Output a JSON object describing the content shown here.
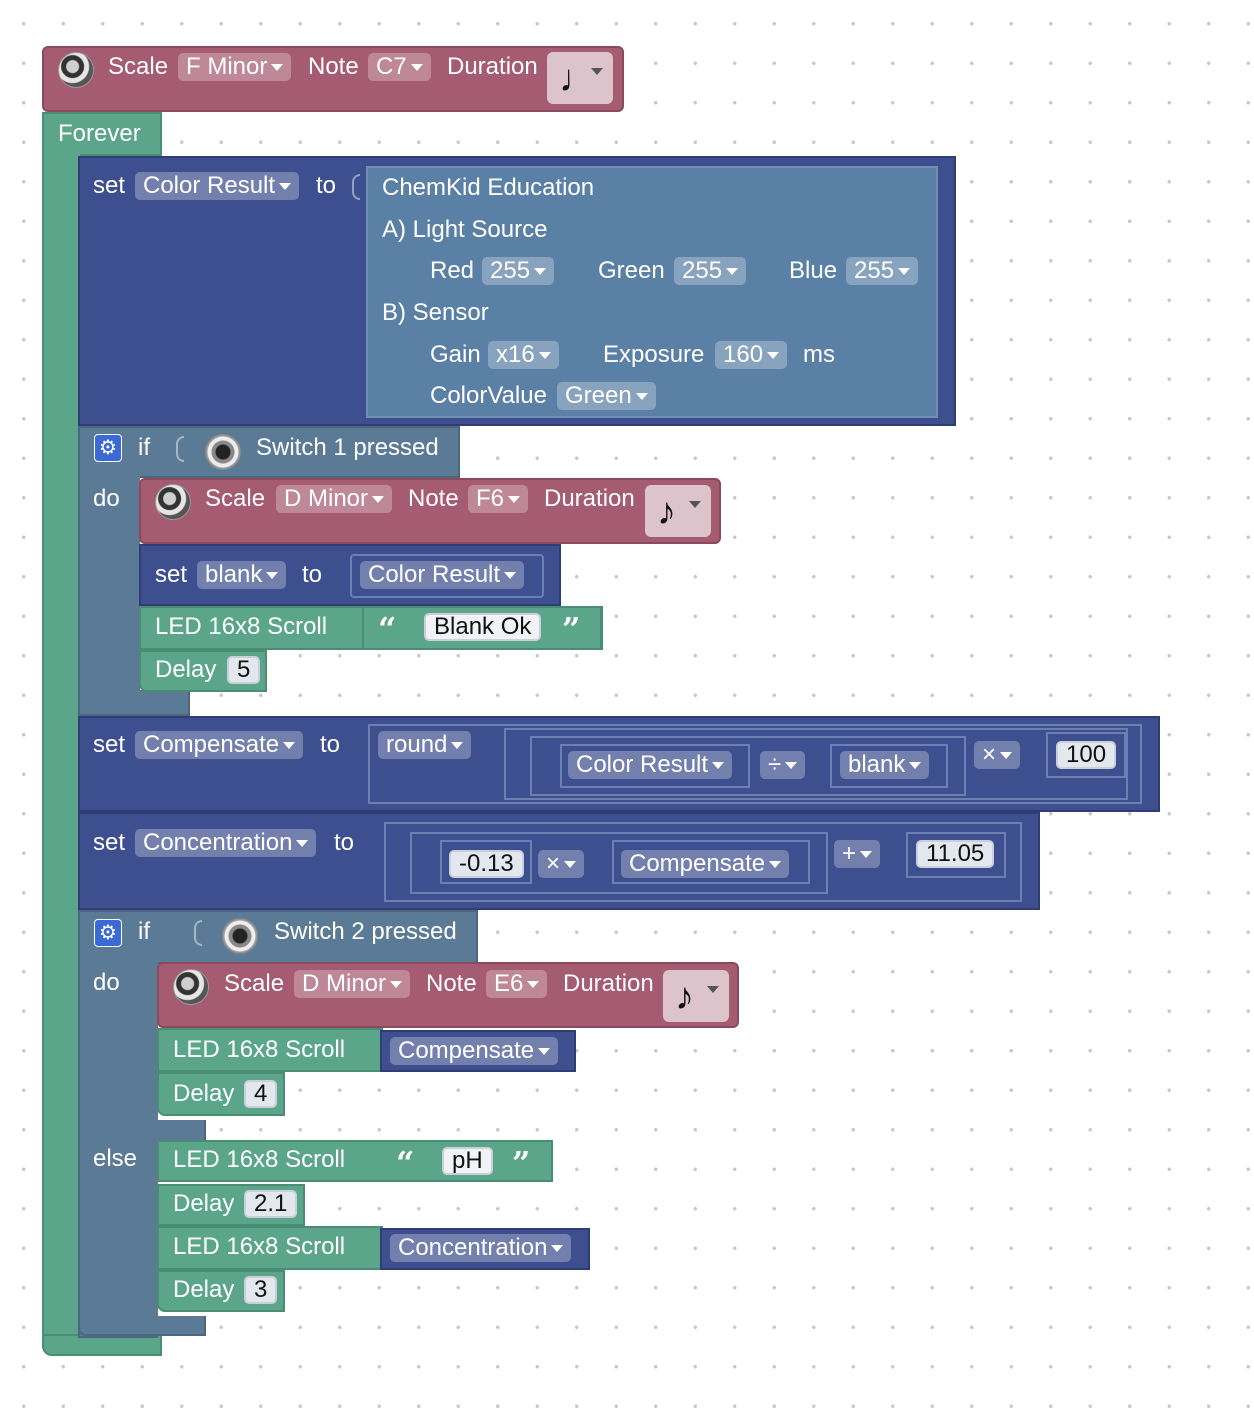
{
  "top_note": {
    "scale_label": "Scale",
    "scale": "F Minor",
    "note_label": "Note",
    "note": "C7",
    "duration_label": "Duration",
    "duration": "♩"
  },
  "forever_label": "Forever",
  "set_color": {
    "set": "set",
    "var": "Color Result",
    "to": "to"
  },
  "chem": {
    "title": "ChemKid Education",
    "light_source": "A) Light Source",
    "red_label": "Red",
    "red": "255",
    "green_label": "Green",
    "green": "255",
    "blue_label": "Blue",
    "blue": "255",
    "sensor": "B) Sensor",
    "gain_label": "Gain",
    "gain": "x16",
    "exposure_label": "Exposure",
    "exposure": "160",
    "ms": "ms",
    "colorvalue_label": "ColorValue",
    "colorvalue": "Green"
  },
  "if1": {
    "if": "if",
    "do": "do",
    "cond": "Switch 1 pressed",
    "note": {
      "scale_label": "Scale",
      "scale": "D Minor",
      "note_label": "Note",
      "note": "F6",
      "duration_label": "Duration",
      "duration": "♪"
    },
    "set": {
      "set": "set",
      "var": "blank",
      "to": "to",
      "value": "Color Result"
    },
    "led": {
      "label": "LED 16x8 Scroll",
      "open": "“",
      "text": "Blank Ok",
      "close": "”"
    },
    "delay": {
      "label": "Delay",
      "value": "5"
    }
  },
  "set_comp": {
    "set": "set",
    "var": "Compensate",
    "to": "to",
    "func": "round",
    "a": "Color Result",
    "op1": "÷",
    "b": "blank",
    "op2": "×",
    "c": "100"
  },
  "set_conc": {
    "set": "set",
    "var": "Concentration",
    "to": "to",
    "a": "-0.13",
    "op1": "×",
    "b": "Compensate",
    "op2": "+",
    "c": "11.05"
  },
  "if2": {
    "if": "if",
    "do": "do",
    "else": "else",
    "cond": "Switch 2 pressed",
    "note": {
      "scale_label": "Scale",
      "scale": "D Minor",
      "note_label": "Note",
      "note": "E6",
      "duration_label": "Duration",
      "duration": "♪"
    },
    "led1": {
      "label": "LED 16x8 Scroll",
      "value": "Compensate"
    },
    "delay1": {
      "label": "Delay",
      "value": "4"
    },
    "led2": {
      "label": "LED 16x8 Scroll",
      "open": "“",
      "text": "pH",
      "close": "”"
    },
    "delay2": {
      "label": "Delay",
      "value": "2.1"
    },
    "led3": {
      "label": "LED 16x8 Scroll",
      "value": "Concentration"
    },
    "delay3": {
      "label": "Delay",
      "value": "3"
    }
  },
  "colors": {
    "sound": "#a55b72",
    "loop": "#5ba58a",
    "variable": "#3e4f8f",
    "control": "#5b7a95",
    "chemkid": "#5b80a5"
  }
}
